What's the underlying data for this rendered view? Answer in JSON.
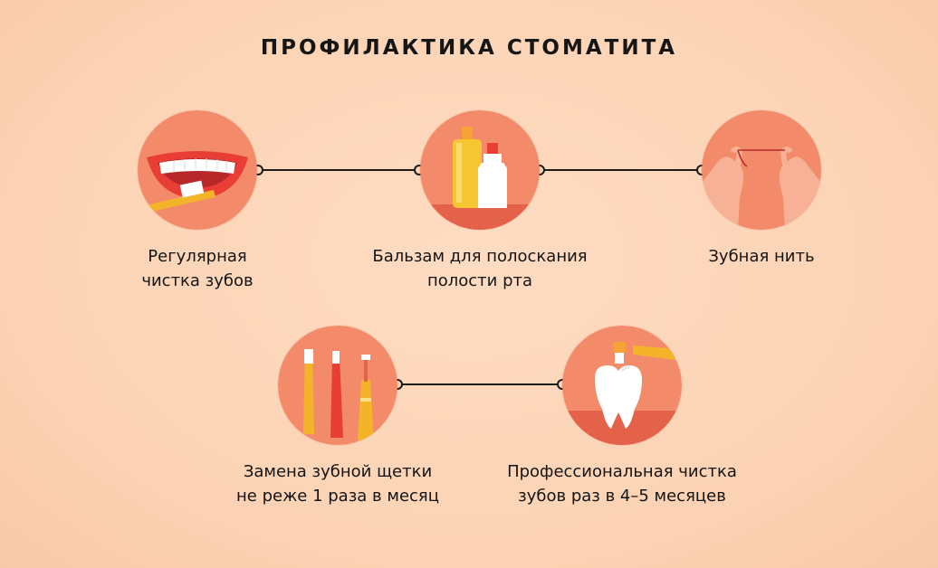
{
  "title": "ПРОФИЛАКТИКА СТОМАТИТА",
  "colors": {
    "background": "#fcd5b8",
    "circle": "#f38b6b",
    "circle_dark": "#e4624a",
    "connector": "#1b1b1b"
  },
  "items": [
    {
      "icon": "smile-toothbrush-icon",
      "caption": [
        "Регулярная",
        "чистка зубов"
      ]
    },
    {
      "icon": "mouthwash-bottles-icon",
      "caption": [
        "Бальзам для полоскания",
        "полости рта"
      ]
    },
    {
      "icon": "dental-floss-hands-icon",
      "caption": [
        "Зубная нить"
      ]
    },
    {
      "icon": "toothbrushes-icon",
      "caption": [
        "Замена зубной щетки",
        "не реже 1 раза в месяц"
      ]
    },
    {
      "icon": "tooth-cleaning-icon",
      "caption": [
        "Профессиональная чистка",
        "зубов раз в 4–5 месяцев"
      ]
    }
  ]
}
